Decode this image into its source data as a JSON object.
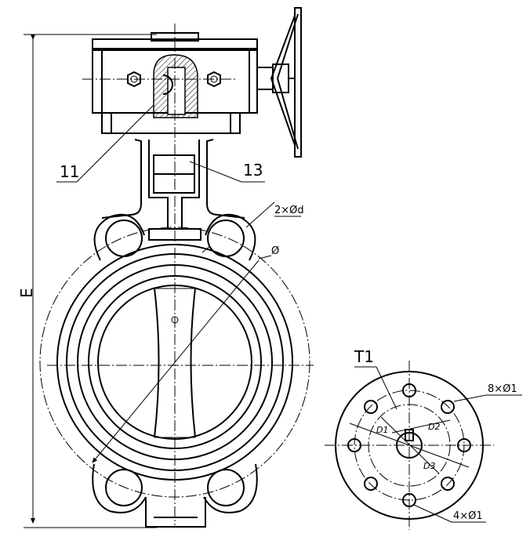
{
  "labels": {
    "part_11": "11",
    "part_13": "13",
    "dim_e": "E",
    "holes_2xd": "2×Ød",
    "diameter": "Ø",
    "t1": "T1",
    "holes_8x": "8×Ø1",
    "holes_4x": "4×Ø1",
    "d1": "D1",
    "d2": "D2",
    "d3": "D3"
  },
  "colors": {
    "line": "#000000",
    "background": "#ffffff"
  }
}
